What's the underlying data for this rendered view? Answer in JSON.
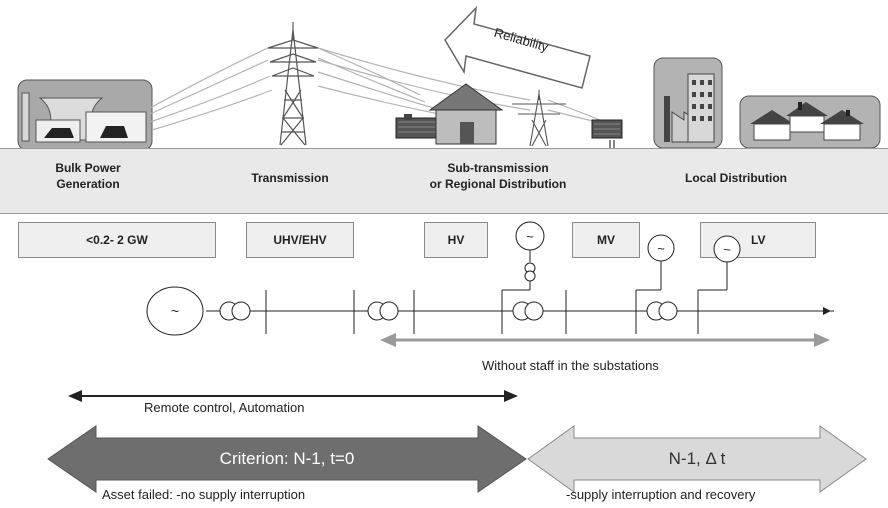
{
  "stages": {
    "bulk": {
      "line1": "Bulk Power",
      "line2": "Generation"
    },
    "transmission": "Transmission",
    "subtransmission": {
      "line1": "Sub-transmission",
      "line2": "or Regional Distribution"
    },
    "local": "Local Distribution"
  },
  "levels": {
    "capacity": "<0.2- 2 GW",
    "uhv": "UHV/EHV",
    "hv": "HV",
    "mv": "MV",
    "lv": "LV"
  },
  "reliability_label": "Reliability",
  "generator_symbol": "~",
  "annotations": {
    "without_staff": "Without staff in the substations",
    "remote_control": "Remote control, Automation",
    "asset_failed": "Asset failed: -no supply interruption",
    "supply_interruption": "-supply interruption and recovery"
  },
  "criteria": {
    "left": "Criterion: N-1, t=0",
    "right": "N-1, Δ t"
  },
  "colors": {
    "band": "#e9e9e9",
    "dark_arrow": "#6e6e6e",
    "light_arrow": "#d9d9d9",
    "staff_arrow": "#9a9a9a"
  }
}
